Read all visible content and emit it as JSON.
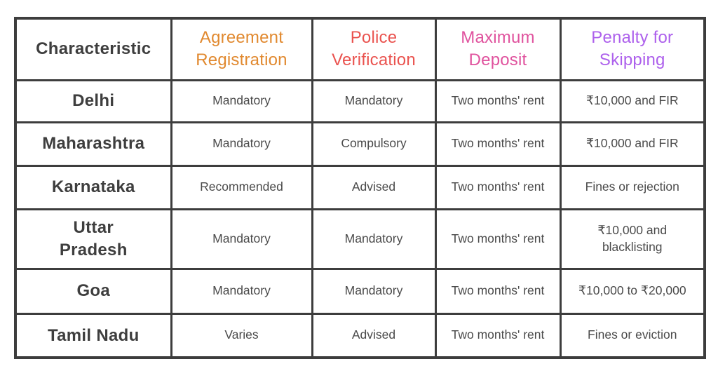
{
  "chart_data": {
    "type": "table",
    "columns": [
      "Characteristic",
      "Agreement Registration",
      "Police Verification",
      "Maximum Deposit",
      "Penalty for Skipping"
    ],
    "header_colors": [
      "#3e3e3e",
      "#e1892f",
      "#ea534f",
      "#e0539e",
      "#ad60ec"
    ],
    "border_color": "#3d3d3d",
    "rows": [
      [
        "Delhi",
        "Mandatory",
        "Mandatory",
        "Two months' rent",
        "₹10,000 and FIR"
      ],
      [
        "Maharashtra",
        "Mandatory",
        "Compulsory",
        "Two months' rent",
        "₹10,000 and FIR"
      ],
      [
        "Karnataka",
        "Recommended",
        "Advised",
        "Two months' rent",
        "Fines or rejection"
      ],
      [
        "Uttar\nPradesh",
        "Mandatory",
        "Mandatory",
        "Two months' rent",
        "₹10,000 and blacklisting"
      ],
      [
        "Goa",
        "Mandatory",
        "Mandatory",
        "Two months' rent",
        "₹10,000 to ₹20,000"
      ],
      [
        "Tamil Nadu",
        "Varies",
        "Advised",
        "Two months' rent",
        "Fines or eviction"
      ]
    ]
  }
}
